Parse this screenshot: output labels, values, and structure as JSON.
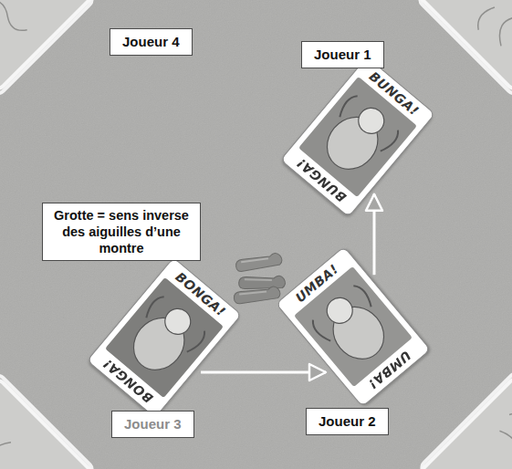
{
  "diagram": {
    "nodes": [
      {
        "text": [
          "Joueur 4"
        ]
      },
      {
        "text": [
          "Joueur 1"
        ]
      },
      {
        "text": [
          "BUNGA!",
          "BUNGA!"
        ]
      },
      {
        "text": [
          "Grotte = sens inverse des aiguilles d’une montre"
        ]
      },
      {
        "text": [
          "BONGA!",
          "BONGA!"
        ]
      },
      {
        "text": [
          "UMBA!",
          "UMBA!"
        ]
      },
      {
        "text": [
          "Joueur 3"
        ]
      },
      {
        "text": [
          "Joueur 2"
        ]
      }
    ],
    "edges": [
      {
        "from": 4,
        "to": 5,
        "arrow": "to"
      },
      {
        "from": 5,
        "to": 2,
        "arrow": "to"
      }
    ]
  }
}
